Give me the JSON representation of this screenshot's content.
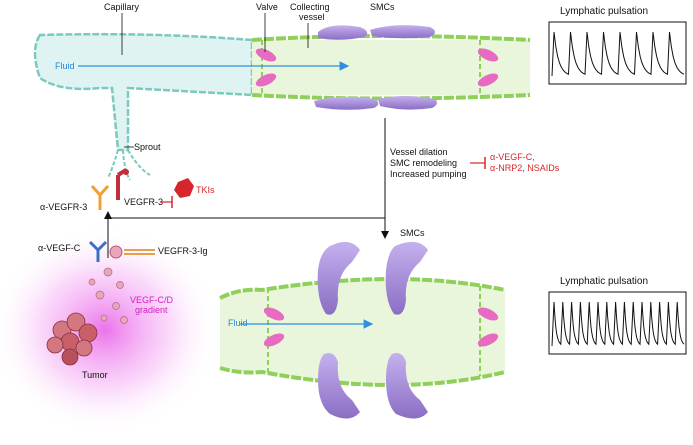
{
  "labels": {
    "capillary": "Capillary",
    "valve": "Valve",
    "collecting_vessel_line1": "Collecting",
    "collecting_vessel_line2": "vessel",
    "smcs_top": "SMCs",
    "smcs_bottom": "SMCs",
    "fluid_top": "Fluid",
    "fluid_bottom": "Fluid",
    "sprout": "Sprout",
    "anti_vegfr3": "α-VEGFR-3",
    "vegfr3": "VEGFR-3",
    "tkis": "TKIs",
    "anti_vegfc": "α-VEGF-C",
    "vegfr3_ig": "VEGFR-3-Ig",
    "gradient_line1": "VEGF-C/D",
    "gradient_line2": "gradient",
    "tumor": "Tumor",
    "effects": [
      "Vessel dilation",
      "SMC remodeling",
      "Increased pumping"
    ],
    "inhibitors": [
      "α-VEGF-C,",
      "α-NRP2, NSAIDs"
    ]
  },
  "pulsation": {
    "top_title": "Lymphatic pulsation",
    "bottom_title": "Lymphatic pulsation",
    "top_peaks": 8,
    "bottom_peaks": 15
  },
  "colors": {
    "capillary_fill": "#dff4f2",
    "capillary_cells": "#7cc9bd",
    "vessel_fill": "#eaf6dc",
    "vessel_cells": "#8fcf5a",
    "valve": "#e86bc2",
    "smc": "#a58ad6",
    "fluid_arrow": "#2f8fe0",
    "inhibitor": "#d6262b",
    "tumor": "#c2525e",
    "glow": "#f07cf0"
  }
}
